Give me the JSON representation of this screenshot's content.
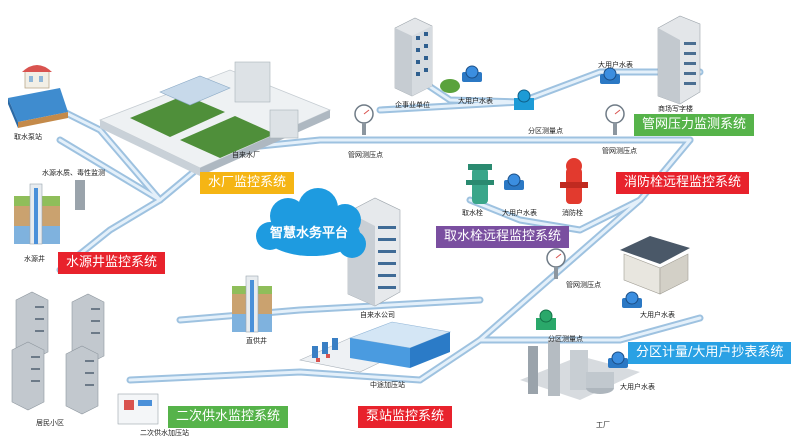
{
  "colors": {
    "pipe": "#cfe3f4",
    "pipe_edge": "#8fb4d6",
    "red_tag": "#e8222c",
    "green_tag": "#56b34a",
    "orange_tag": "#f5b514",
    "blue_tag": "#2aa1e4",
    "purple_tag": "#7a4fa0",
    "cloud": "#1e9be0"
  },
  "platform": {
    "label": "智慧水务平台",
    "icon": "cloud-icon"
  },
  "systems": {
    "water_plant": "水厂监控系统",
    "source_well": "水源井监控系统",
    "pipe_pressure": "管网压力监测系统",
    "fire_hydrant": "消防栓远程监控系统",
    "intake_hydrant": "取水栓远程监控系统",
    "district_metering": "分区计量/大用户抄表系统",
    "secondary_supply": "二次供水监控系统",
    "pump_station": "泵站监控系统"
  },
  "labels": {
    "intake_station": "取水泵站",
    "water_quality": "水源水质、毒性监测",
    "water_plant": "自来水厂",
    "source_well": "水源井",
    "enterprise": "企事业单位",
    "big_meter_1": "大用户水表",
    "district_point_1": "分区测量点",
    "big_meter_2": "大用户水表",
    "commercial": "商场写字楼",
    "pressure_point_1": "管网测压点",
    "pressure_point_2": "管网测压点",
    "intake_hydrant": "取水栓",
    "big_meter_3": "大用户水表",
    "fire_hydrant": "消防栓",
    "water_company": "自来水公司",
    "pressure_point_3": "管网测压点",
    "big_meter_4": "大用户水表",
    "district_point_2": "分区测量点",
    "direct_well": "直供井",
    "booster_station": "中途加压站",
    "residential": "居民小区",
    "secondary_station": "二次供水加压站",
    "factory": "工厂",
    "big_meter_5": "大用户水表"
  }
}
